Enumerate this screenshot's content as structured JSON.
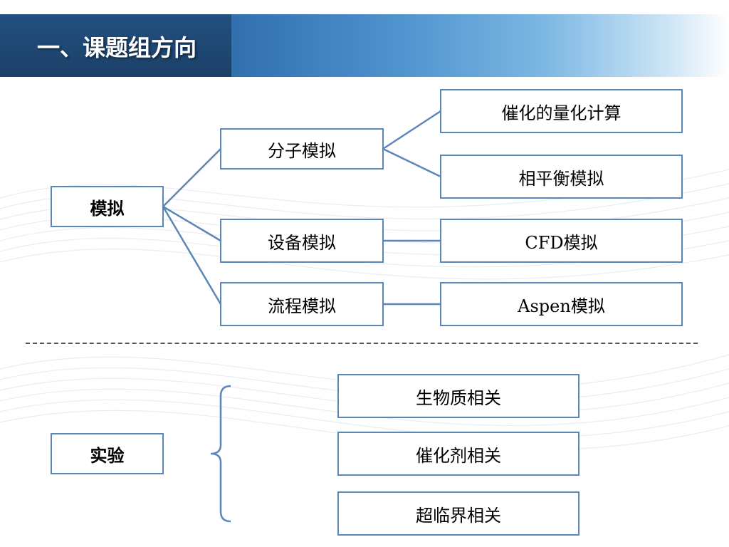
{
  "header": {
    "title": "一、课题组方向"
  },
  "simulation": {
    "root": "模拟",
    "level1": [
      "分子模拟",
      "设备模拟",
      "流程模拟"
    ],
    "level2": [
      "催化的量化计算",
      "相平衡模拟",
      "CFD模拟",
      "Aspen模拟"
    ]
  },
  "experiment": {
    "root": "实验",
    "items": [
      "生物质相关",
      "催化剂相关",
      "超临界相关"
    ]
  },
  "colors": {
    "line": "#5b86b8",
    "box_border": "#5b86b8",
    "header_dark": "#1b4068",
    "divider": "#555555"
  }
}
